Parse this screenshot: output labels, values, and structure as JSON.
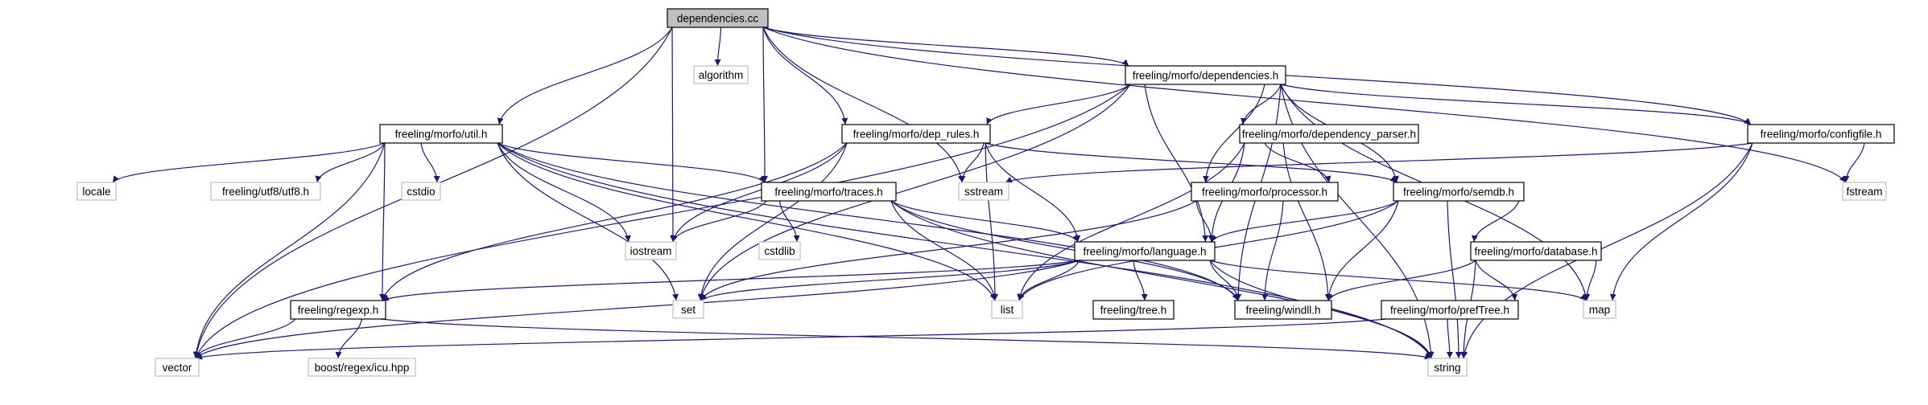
{
  "colors": {
    "edge": "#191970",
    "root_fill": "#bfbfbf",
    "root_border": "#000000",
    "header_border": "#000000",
    "system_border": "#bfbfbf",
    "node_fill": "#ffffff"
  },
  "nodes": [
    {
      "id": "deps_cc",
      "label": "dependencies.cc",
      "kind": "root"
    },
    {
      "id": "algorithm",
      "label": "algorithm",
      "kind": "system"
    },
    {
      "id": "deps_h",
      "label": "freeling/morfo/dependencies.h",
      "kind": "header"
    },
    {
      "id": "util_h",
      "label": "freeling/morfo/util.h",
      "kind": "header"
    },
    {
      "id": "deprules_h",
      "label": "freeling/morfo/dep_rules.h",
      "kind": "header"
    },
    {
      "id": "depparser_h",
      "label": "freeling/morfo/dependency_parser.h",
      "kind": "header"
    },
    {
      "id": "configfile_h",
      "label": "freeling/morfo/configfile.h",
      "kind": "header"
    },
    {
      "id": "locale",
      "label": "locale",
      "kind": "system"
    },
    {
      "id": "utf8_h",
      "label": "freeling/utf8/utf8.h",
      "kind": "system"
    },
    {
      "id": "cstdio",
      "label": "cstdio",
      "kind": "system"
    },
    {
      "id": "traces_h",
      "label": "freeling/morfo/traces.h",
      "kind": "header"
    },
    {
      "id": "sstream",
      "label": "sstream",
      "kind": "system"
    },
    {
      "id": "processor_h",
      "label": "freeling/morfo/processor.h",
      "kind": "header"
    },
    {
      "id": "semdb_h",
      "label": "freeling/morfo/semdb.h",
      "kind": "header"
    },
    {
      "id": "fstream",
      "label": "fstream",
      "kind": "system"
    },
    {
      "id": "iostream",
      "label": "iostream",
      "kind": "system"
    },
    {
      "id": "cstdlib",
      "label": "cstdlib",
      "kind": "system"
    },
    {
      "id": "language_h",
      "label": "freeling/morfo/language.h",
      "kind": "header"
    },
    {
      "id": "database_h",
      "label": "freeling/morfo/database.h",
      "kind": "header"
    },
    {
      "id": "regexp_h",
      "label": "freeling/regexp.h",
      "kind": "header"
    },
    {
      "id": "set",
      "label": "set",
      "kind": "system"
    },
    {
      "id": "list",
      "label": "list",
      "kind": "system"
    },
    {
      "id": "tree_h",
      "label": "freeling/tree.h",
      "kind": "header"
    },
    {
      "id": "windll_h",
      "label": "freeling/windll.h",
      "kind": "header"
    },
    {
      "id": "map",
      "label": "map",
      "kind": "system"
    },
    {
      "id": "preftree_h",
      "label": "freeling/morfo/prefTree.h",
      "kind": "header"
    },
    {
      "id": "vector",
      "label": "vector",
      "kind": "system"
    },
    {
      "id": "boost_icu",
      "label": "boost/regex/icu.hpp",
      "kind": "system"
    },
    {
      "id": "string",
      "label": "string",
      "kind": "system"
    }
  ],
  "edges": [
    [
      "deps_cc",
      "algorithm"
    ],
    [
      "deps_cc",
      "deps_h"
    ],
    [
      "deps_cc",
      "util_h"
    ],
    [
      "deps_cc",
      "deprules_h"
    ],
    [
      "deps_cc",
      "traces_h"
    ],
    [
      "deps_cc",
      "sstream"
    ],
    [
      "deps_cc",
      "iostream"
    ],
    [
      "deps_cc",
      "fstream"
    ],
    [
      "deps_cc",
      "configfile_h"
    ],
    [
      "deps_cc",
      "vector"
    ],
    [
      "deps_h",
      "deprules_h"
    ],
    [
      "deps_h",
      "depparser_h"
    ],
    [
      "deps_h",
      "configfile_h"
    ],
    [
      "deps_h",
      "processor_h"
    ],
    [
      "deps_h",
      "semdb_h"
    ],
    [
      "deps_h",
      "language_h"
    ],
    [
      "deps_h",
      "windll_h"
    ],
    [
      "deps_h",
      "map"
    ],
    [
      "deps_h",
      "string"
    ],
    [
      "deps_h",
      "vector"
    ],
    [
      "deps_h",
      "set"
    ],
    [
      "util_h",
      "locale"
    ],
    [
      "util_h",
      "utf8_h"
    ],
    [
      "util_h",
      "cstdio"
    ],
    [
      "util_h",
      "traces_h"
    ],
    [
      "util_h",
      "iostream"
    ],
    [
      "util_h",
      "regexp_h"
    ],
    [
      "util_h",
      "set"
    ],
    [
      "util_h",
      "list"
    ],
    [
      "util_h",
      "vector"
    ],
    [
      "util_h",
      "string"
    ],
    [
      "util_h",
      "windll_h"
    ],
    [
      "deprules_h",
      "sstream"
    ],
    [
      "deprules_h",
      "iostream"
    ],
    [
      "deprules_h",
      "language_h"
    ],
    [
      "deprules_h",
      "semdb_h"
    ],
    [
      "deprules_h",
      "set"
    ],
    [
      "deprules_h",
      "list"
    ],
    [
      "deprules_h",
      "regexp_h"
    ],
    [
      "depparser_h",
      "processor_h"
    ],
    [
      "depparser_h",
      "language_h"
    ],
    [
      "depparser_h",
      "list"
    ],
    [
      "depparser_h",
      "windll_h"
    ],
    [
      "configfile_h",
      "sstream"
    ],
    [
      "configfile_h",
      "fstream"
    ],
    [
      "configfile_h",
      "map"
    ],
    [
      "configfile_h",
      "string"
    ],
    [
      "traces_h",
      "iostream"
    ],
    [
      "traces_h",
      "cstdlib"
    ],
    [
      "traces_h",
      "language_h"
    ],
    [
      "traces_h",
      "list"
    ],
    [
      "traces_h",
      "string"
    ],
    [
      "traces_h",
      "windll_h"
    ],
    [
      "processor_h",
      "language_h"
    ],
    [
      "processor_h",
      "windll_h"
    ],
    [
      "processor_h",
      "set"
    ],
    [
      "semdb_h",
      "language_h"
    ],
    [
      "semdb_h",
      "database_h"
    ],
    [
      "semdb_h",
      "windll_h"
    ],
    [
      "semdb_h",
      "list"
    ],
    [
      "semdb_h",
      "string"
    ],
    [
      "language_h",
      "regexp_h"
    ],
    [
      "language_h",
      "set"
    ],
    [
      "language_h",
      "list"
    ],
    [
      "language_h",
      "tree_h"
    ],
    [
      "language_h",
      "windll_h"
    ],
    [
      "language_h",
      "map"
    ],
    [
      "language_h",
      "vector"
    ],
    [
      "language_h",
      "string"
    ],
    [
      "database_h",
      "preftree_h"
    ],
    [
      "database_h",
      "map"
    ],
    [
      "database_h",
      "windll_h"
    ],
    [
      "database_h",
      "string"
    ],
    [
      "preftree_h",
      "string"
    ],
    [
      "preftree_h",
      "vector"
    ],
    [
      "regexp_h",
      "vector"
    ],
    [
      "regexp_h",
      "boost_icu"
    ],
    [
      "regexp_h",
      "string"
    ]
  ]
}
